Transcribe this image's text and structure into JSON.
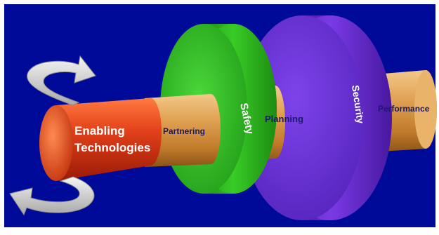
{
  "diagram": {
    "background_color": "#000a99",
    "labels": {
      "enabling_line1": "Enabling",
      "enabling_line2": "Technologies",
      "partnering": "Partnering",
      "safety": "Safety",
      "planning": "Planning",
      "security": "Security",
      "performance": "Performance"
    },
    "colors": {
      "shaft": "#d99a4a",
      "enabling": "#e0401a",
      "safety": "#2fbf1e",
      "security": "#6a2bd8",
      "arrows": "#d8d8d8"
    },
    "icons": [
      "rotation-arrow-top-icon",
      "rotation-arrow-bottom-icon"
    ]
  }
}
